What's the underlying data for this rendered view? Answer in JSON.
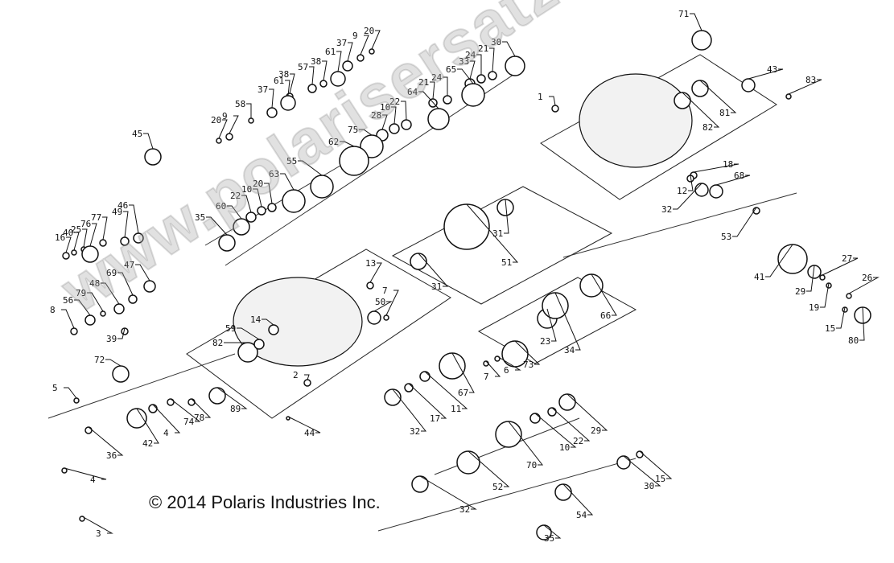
{
  "diagram": {
    "copyright": "© 2014 Polaris Industries Inc.",
    "watermark": "www.polarisersatzteile.de",
    "callouts": [
      "20",
      "9",
      "37",
      "61",
      "38",
      "57",
      "38",
      "61",
      "37",
      "58",
      "20",
      "9",
      "30",
      "21",
      "24",
      "33",
      "65",
      "24",
      "21",
      "64",
      "22",
      "10",
      "28",
      "75",
      "62",
      "45",
      "55",
      "63",
      "20",
      "10",
      "22",
      "60",
      "35",
      "16",
      "40",
      "25",
      "76",
      "77",
      "49",
      "46",
      "47",
      "69",
      "48",
      "79",
      "56",
      "8",
      "39",
      "72",
      "5",
      "36",
      "42",
      "4",
      "74",
      "78",
      "89",
      "44",
      "2",
      "82",
      "59",
      "14",
      "13",
      "50",
      "7",
      "4",
      "3",
      "31",
      "51",
      "31",
      "23",
      "34",
      "66",
      "73",
      "6",
      "7",
      "67",
      "11",
      "17",
      "32",
      "29",
      "22",
      "10",
      "70",
      "52",
      "32",
      "15",
      "30",
      "54",
      "35",
      "71",
      "43",
      "83",
      "81",
      "82",
      "1",
      "18",
      "68",
      "12",
      "32",
      "53",
      "41",
      "29",
      "27",
      "26",
      "19",
      "15",
      "80"
    ]
  }
}
